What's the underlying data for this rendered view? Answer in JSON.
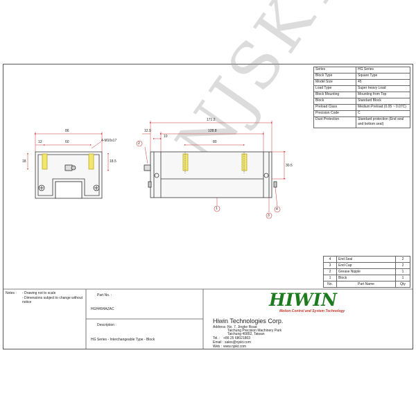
{
  "watermark": "NJSKT",
  "spec_table": [
    {
      "key": "Series",
      "value": "HG Series"
    },
    {
      "key": "Block Type",
      "value": "Square Type"
    },
    {
      "key": "Model Size",
      "value": "45"
    },
    {
      "key": "Load Type",
      "value": "Super heavy Load"
    },
    {
      "key": "Block Mounting",
      "value": "Mounting from Top"
    },
    {
      "key": "Block",
      "value": "Standard Block"
    },
    {
      "key": "Preload Class",
      "value": "Medium Preload (0.05 ~ 0.07C)"
    },
    {
      "key": "Precision Code",
      "value": "C"
    },
    {
      "key": "Dust Protection",
      "value": "Standard protection (End seal and bottom seal)"
    }
  ],
  "parts_table": {
    "rows": [
      {
        "no": "4",
        "name": "End Seal",
        "qty": "2"
      },
      {
        "no": "3",
        "name": "End Cap",
        "qty": "2"
      },
      {
        "no": "2",
        "name": "Grease Nipple",
        "qty": "1"
      },
      {
        "no": "1",
        "name": "Block",
        "qty": "1"
      }
    ],
    "header": {
      "no": "No.",
      "name": "Part Name",
      "qty": "Qty"
    }
  },
  "notes": {
    "label": "Notes :",
    "items": [
      "- Drawing not to scale",
      "- Dimensions subject to change without notice"
    ]
  },
  "part_no": {
    "label": "Part No. :",
    "value": "HGH45HAZAC"
  },
  "description": {
    "label": "Description :",
    "value": "HG Series - Interchangeable Type - Block"
  },
  "company": {
    "logo": "HIWIN",
    "tagline": "Motion Control and System Technology",
    "name": "Hiwin Technologies Corp.",
    "address_label": "Address :",
    "address_lines": [
      "No. 7, Jingke Road",
      "Taichung Precision Machinery Park",
      "Taichung 40852, Taiwan"
    ],
    "tel_label": "Tel. :",
    "tel": "+86 25 68021803",
    "email_label": "Email :",
    "email": "sales@njskt.com",
    "web_label": "Web :",
    "web": "www.njskt.com"
  },
  "end_view_dims": {
    "overall_width": "86",
    "inner_width": "60",
    "offset": "13",
    "thread": "4-M10x17",
    "height_left": "18",
    "height_right": "18.5"
  },
  "side_view_dims": {
    "overall_length": "171.2",
    "body_length": "128.8",
    "hole_spacing": "80",
    "seal_offset": "12.9",
    "cap_offset": "10",
    "height": "30.5"
  },
  "callouts": [
    "1",
    "2",
    "3",
    "4"
  ],
  "colors": {
    "logo_green": "#1e7a1e",
    "tagline_red": "#c0392b",
    "dim_red": "#cc3333",
    "thread_yellow": "#e8d84a"
  }
}
